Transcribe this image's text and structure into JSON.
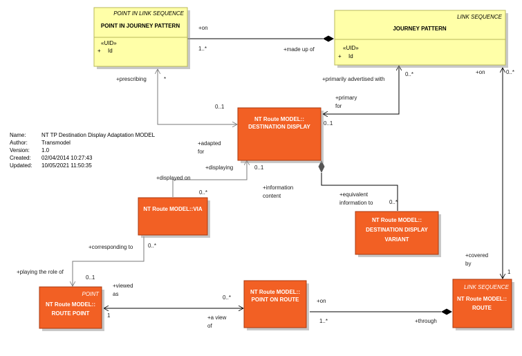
{
  "metadata": [
    {
      "key": "Name:",
      "value": "NT TP Destination Display Adaptation MODEL"
    },
    {
      "key": "Author:",
      "value": "Transmodel"
    },
    {
      "key": "Version:",
      "value": "1.0"
    },
    {
      "key": "Created:",
      "value": "02/04/2014 10:27:43"
    },
    {
      "key": "Updated:",
      "value": "10/05/2021 11:50:35"
    }
  ],
  "classes": {
    "point_in_journey_pattern": {
      "stereotype": "POINT IN LINK SEQUENCE",
      "name": "POINT IN JOURNEY PATTERN",
      "attr_stereo": "«UID»",
      "attr_vis": "+",
      "attr_name": "Id"
    },
    "journey_pattern": {
      "stereotype": "LINK SEQUENCE",
      "name": "JOURNEY PATTERN",
      "attr_stereo": "«UID»",
      "attr_vis": "+",
      "attr_name": "Id"
    },
    "destination_display": {
      "name_line1": "NT Route MODEL::",
      "name_line2": "DESTINATION DISPLAY"
    },
    "via": {
      "name": "NT Route MODEL::VIA"
    },
    "destination_display_variant": {
      "name_line1": "NT Route MODEL::",
      "name_line2": "DESTINATION DISPLAY",
      "name_line3": "VARIANT"
    },
    "route_point": {
      "stereotype": "POINT",
      "name_line1": "NT Route MODEL::",
      "name_line2": "ROUTE POINT"
    },
    "point_on_route": {
      "name_line1": "NT Route MODEL::",
      "name_line2": "POINT ON ROUTE"
    },
    "route": {
      "stereotype": "LINK SEQUENCE",
      "name_line1": "NT Route MODEL::",
      "name_line2": "ROUTE"
    }
  },
  "labels": {
    "on_1": "+on",
    "mult_1star_1": "1..*",
    "made_up_of": "+made up of",
    "prescribing": "+prescribing",
    "star_1": "*",
    "primarily_advertised_with": "+primarily advertised with",
    "mult_0star_1": "0..*",
    "primary_1": "+primary",
    "primary_2": "for",
    "mult_01_a": "0..1",
    "mult_01_b": "0..1",
    "on_2": "+on",
    "mult_0star_2": "0..*",
    "adapted_1": "+adapted",
    "adapted_2": "for",
    "displaying": "+displaying",
    "mult_01_c": "0..1",
    "displayed_on": "+displayed on",
    "mult_0star_3": "0..*",
    "information_1": "+information",
    "information_2": "content",
    "equivalent_1": "+equivalent",
    "equivalent_2": "information to",
    "mult_0star_4": "0..*",
    "corresponding_to": "+corresponding to",
    "mult_0star_5": "0..*",
    "playing_role": "+playing the role of",
    "mult_01_d": "0..1",
    "viewed_1": "+viewed",
    "viewed_2": "as",
    "mult_0star_6": "0..*",
    "on_3": "+on",
    "mult_1_a": "1",
    "a_view_1": "+a view",
    "a_view_2": "of",
    "mult_1star_2": "1..*",
    "through": "+through",
    "covered_1": "+covered",
    "covered_2": "by",
    "mult_1_b": "1"
  }
}
